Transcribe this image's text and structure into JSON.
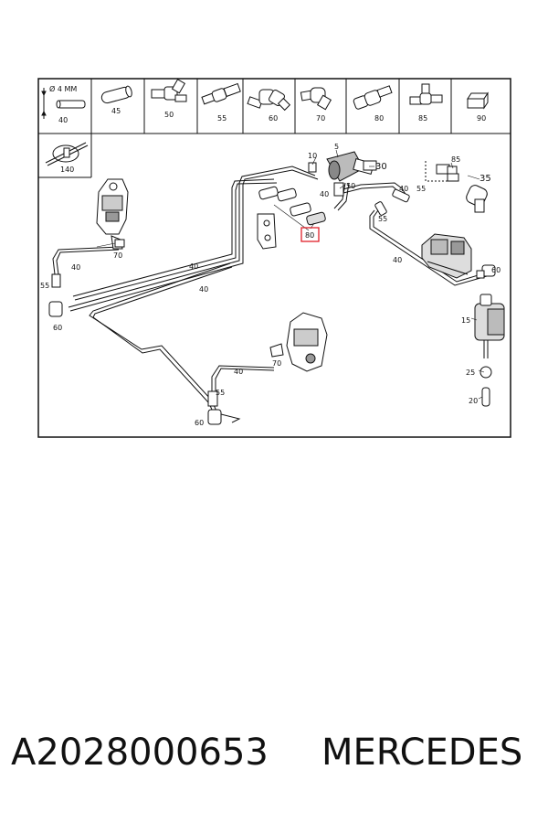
{
  "legend": {
    "diameter_label": "Ø 4 MM",
    "items": [
      "40",
      "45",
      "50",
      "55",
      "60",
      "70",
      "80",
      "85",
      "90",
      "140"
    ]
  },
  "callouts": [
    "5",
    "10",
    "15",
    "20",
    "25",
    "30",
    "35",
    "40",
    "40",
    "40",
    "40",
    "40",
    "50",
    "55",
    "55",
    "55",
    "60",
    "60",
    "70",
    "70",
    "80",
    "85"
  ],
  "highlighted_callout": "80",
  "caption": {
    "part_number": "A2028000653",
    "brand": "MERCEDES"
  },
  "colors": {
    "highlight": "#e0202a",
    "line": "#111111"
  }
}
